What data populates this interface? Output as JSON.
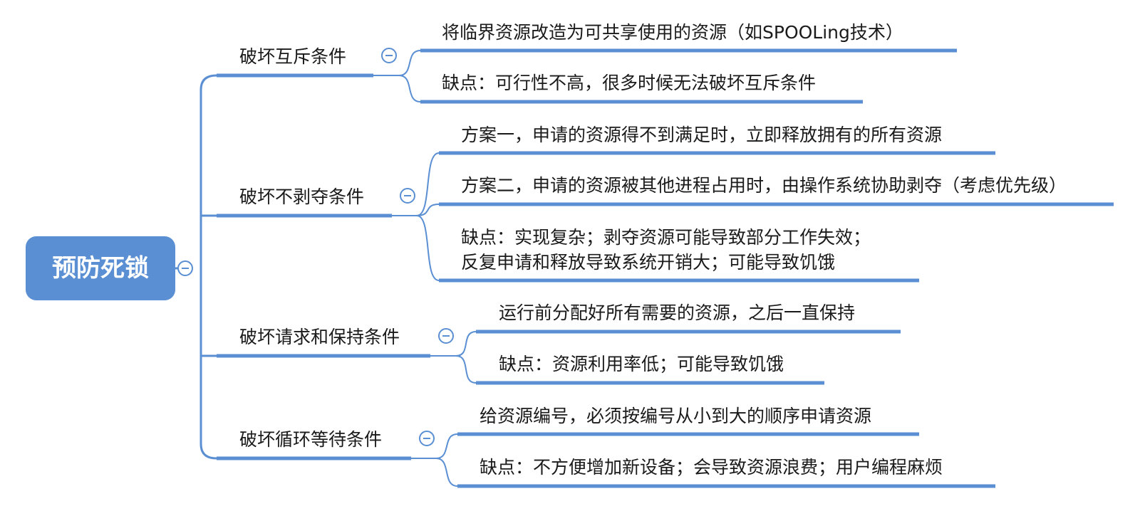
{
  "colors": {
    "accent": "#5b8fd3",
    "text": "#1a1a1a",
    "root_text": "#ffffff"
  },
  "root": {
    "label": "预防死锁"
  },
  "branches": [
    {
      "label": "破坏互斥条件",
      "leaves": [
        {
          "text": "将临界资源改造为可共享使用的资源（如SPOOLing技术）"
        },
        {
          "text": "缺点：可行性不高，很多时候无法破坏互斥条件"
        }
      ]
    },
    {
      "label": "破坏不剥夺条件",
      "leaves": [
        {
          "text": "方案一，申请的资源得不到满足时，立即释放拥有的所有资源"
        },
        {
          "text": "方案二，申请的资源被其他进程占用时，由操作系统协助剥夺（考虑优先级）"
        },
        {
          "text": "缺点：实现复杂；剥夺资源可能导致部分工作失效；\n反复申请和释放导致系统开销大；可能导致饥饿"
        }
      ]
    },
    {
      "label": "破坏请求和保持条件",
      "leaves": [
        {
          "text": "运行前分配好所有需要的资源，之后一直保持"
        },
        {
          "text": "缺点：资源利用率低；可能导致饥饿"
        }
      ]
    },
    {
      "label": "破坏循环等待条件",
      "leaves": [
        {
          "text": "给资源编号，必须按编号从小到大的顺序申请资源"
        },
        {
          "text": "缺点：不方便增加新设备；会导致资源浪费；用户编程麻烦"
        }
      ]
    }
  ]
}
